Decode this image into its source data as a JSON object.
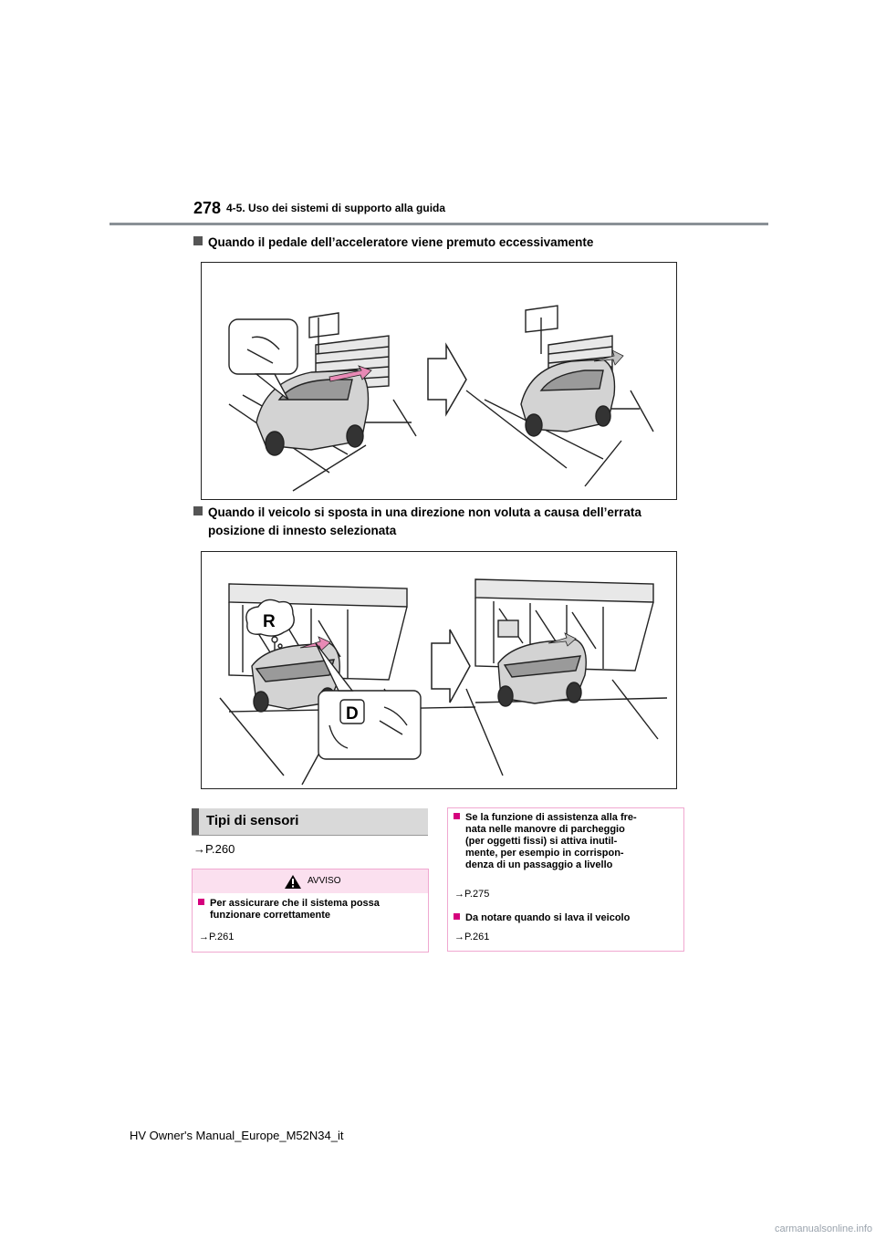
{
  "header": {
    "page_number": "278",
    "section": "4-5. Uso dei sistemi di supporto alla guida"
  },
  "section1": {
    "heading": "Quando il pedale dell’acceleratore viene premuto eccessivamente"
  },
  "section2": {
    "heading_line1": "Quando il veicolo si sposta in una direzione non voluta a causa dell’errata",
    "heading_line2": "posizione di innesto selezionata"
  },
  "figure2": {
    "gear_bubble": "R",
    "gear_panel": "D"
  },
  "sensors": {
    "title": "Tipi di sensori",
    "reference": "→P.260"
  },
  "warning": {
    "title": "AVVISO",
    "item_line1": "Per assicurare che il sistema possa",
    "item_line2": "funzionare correttamente",
    "reference": "→P.261"
  },
  "info": {
    "item1_lines": [
      "Se la funzione di assistenza alla fre-",
      "nata nelle manovre di parcheggio",
      "(per oggetti fissi) si attiva inutil-",
      "mente, per esempio in corrispon-",
      "denza di un passaggio a livello"
    ],
    "item1_ref": "→P.275",
    "item2": "Da notare quando si lava il veicolo",
    "item2_ref": "→P.261"
  },
  "footer": {
    "text": "HV Owner's Manual_Europe_M52N34_it"
  },
  "watermark": {
    "text": "carmanualsonline.info"
  },
  "colors": {
    "header_rule": "#8a9096",
    "accent_magenta": "#d5007d",
    "warning_border": "#f0a8d0",
    "warning_fill": "#fbe0ef",
    "sensor_box_fill": "#d9d9d9"
  }
}
